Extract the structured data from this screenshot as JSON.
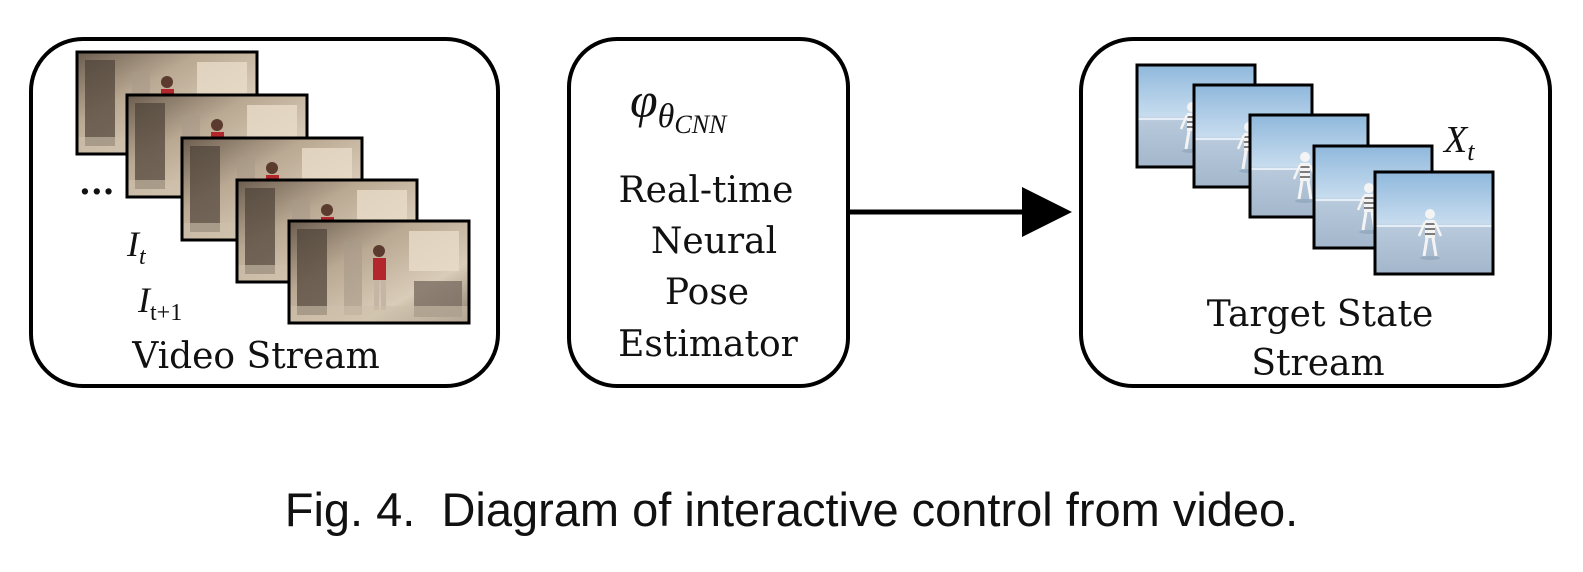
{
  "diagram": {
    "left_box": {
      "ellipsis": "...",
      "frame_label_1_base": "I",
      "frame_label_1_sub": "t",
      "frame_label_2_base": "I",
      "frame_label_2_sub": "t+1",
      "label": "Video Stream"
    },
    "middle_box": {
      "symbol_base": "φ",
      "symbol_sub": "θ",
      "symbol_subsub": "CNN",
      "lines": [
        "Real-time",
        "Neural",
        "Pose",
        "Estimator"
      ]
    },
    "right_box": {
      "state_label_base": "X",
      "state_label_sub": "t",
      "lines": [
        "Target State",
        "Stream"
      ]
    }
  },
  "caption": "Fig. 4.  Diagram of interactive control from video."
}
